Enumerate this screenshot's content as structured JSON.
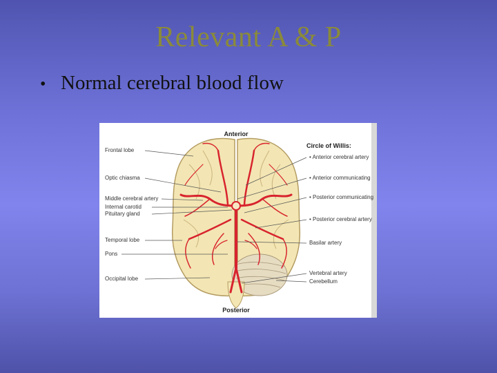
{
  "slide": {
    "title": "Relevant A & P",
    "bullets": [
      {
        "marker": "•",
        "text": "Normal cerebral blood flow"
      }
    ]
  },
  "figure": {
    "top_label": "Anterior",
    "bottom_label": "Posterior",
    "legend_title": "Circle of Willis:",
    "left_labels": [
      "Frontal lobe",
      "Optic chiasma",
      "Middle cerebral artery",
      "Internal carotid",
      "Pituitary gland",
      "Temporal lobe",
      "Pons",
      "Occipital lobe"
    ],
    "right_labels": [
      "• Anterior cerebral artery",
      "• Anterior communicating",
      "• Posterior communicating",
      "• Posterior cerebral artery",
      "Basilar artery",
      "Vertebral artery",
      "Cerebellum"
    ],
    "colors": {
      "brain": "#f3e6b4",
      "brain_edge": "#b49c62",
      "artery": "#d8242e",
      "cerebellum": "#e6dcc2"
    }
  }
}
